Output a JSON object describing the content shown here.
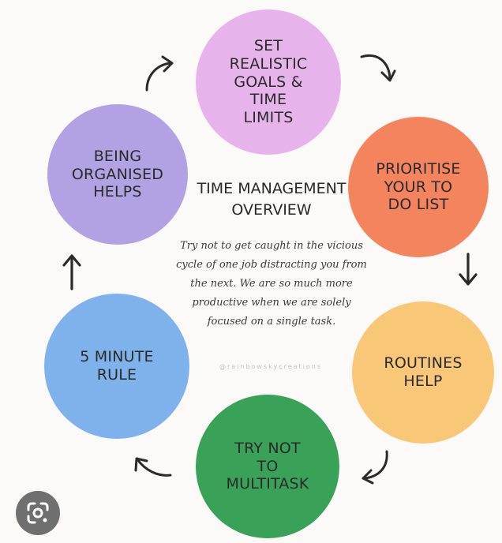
{
  "diagram": {
    "title": "TIME MANAGEMENT\nOVERVIEW",
    "body": "Try not to get caught in the vicious cycle of one job distracting you from the next. We are so much more productive when we are solely focused on a single task.",
    "credit": "@rainbowskycreations",
    "steps": [
      {
        "label": "SET\nREALISTIC\nGOALS &\nTIME\nLIMITS",
        "color": "#e6b4ea"
      },
      {
        "label": "PRIORITISE\nYOUR TO\nDO LIST",
        "color": "#f4845e"
      },
      {
        "label": "ROUTINES\nHELP",
        "color": "#f8c777"
      },
      {
        "label": "TRY NOT\nTO\nMULTITASK",
        "color": "#3aa258"
      },
      {
        "label": "5 MINUTE\nRULE",
        "color": "#7fb2ea"
      },
      {
        "label": "BEING\nORGANISED\nHELPS",
        "color": "#b3a2e3"
      }
    ]
  },
  "overlay": {
    "lens_icon": "google-lens-icon"
  }
}
